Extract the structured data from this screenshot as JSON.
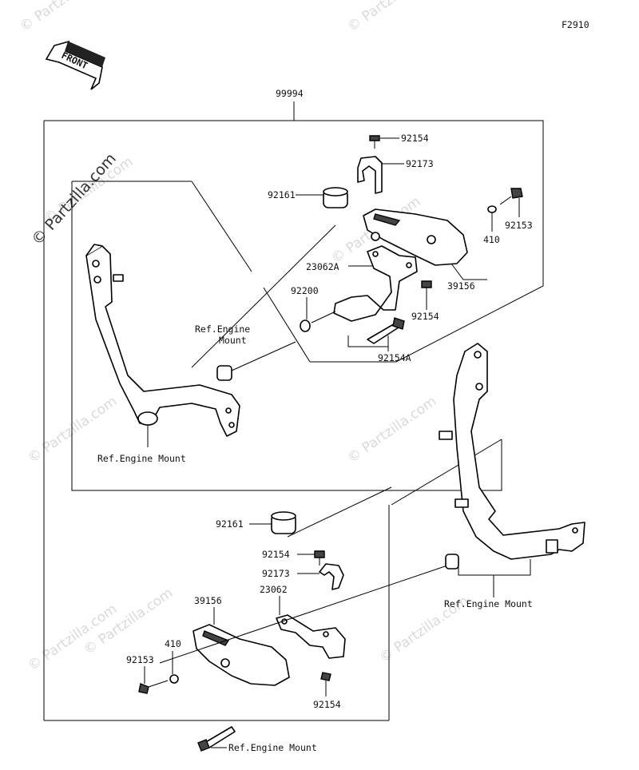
{
  "figure_code": "F2910",
  "front_label": "FRONT",
  "watermark": "© Partzilla.com",
  "labels": {
    "kit": "99994",
    "bolt_top": "92154",
    "clamp_top": "92173",
    "collar_top": "92161",
    "bolt_right": "92153",
    "washer_right": "410",
    "bracket_top": "23062A",
    "slider_top": "39156",
    "bolt_mid": "92154",
    "washer_mid": "92200",
    "long_bolt": "92154A",
    "ref_engine_mount_1": "Ref.Engine",
    "ref_engine_mount_2": "Mount",
    "ref_engine_mount_left": "Ref.Engine Mount",
    "collar_bottom": "92161",
    "bolt_bottom_top": "92154",
    "clamp_bottom": "92173",
    "slider_bottom": "39156",
    "bracket_bottom": "23062",
    "washer_bottom": "410",
    "bolt_bottom_left": "92153",
    "bolt_bottom": "92154",
    "ref_engine_mount_right": "Ref.Engine Mount",
    "ref_engine_mount_bottom": "Ref.Engine Mount"
  }
}
